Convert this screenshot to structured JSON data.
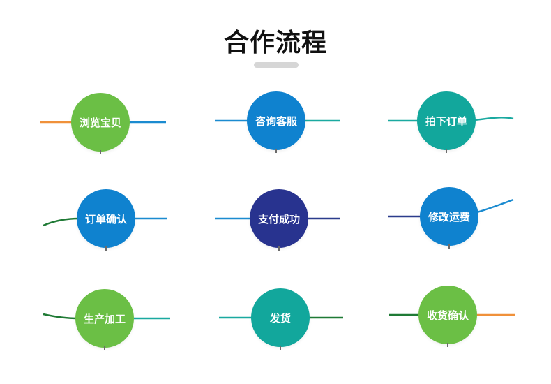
{
  "title": "合作流程",
  "steps": [
    {
      "label": "浏览宝贝",
      "color": "#6bbf45"
    },
    {
      "label": "咨询客服",
      "color": "#0f82cf"
    },
    {
      "label": "拍下订单",
      "color": "#12a79c"
    },
    {
      "label": "订单确认",
      "color": "#0f82cf"
    },
    {
      "label": "支付成功",
      "color": "#28338f"
    },
    {
      "label": "修改运费",
      "color": "#0f82cf"
    },
    {
      "label": "生产加工",
      "color": "#6bbf45"
    },
    {
      "label": "发货",
      "color": "#12a79c"
    },
    {
      "label": "收货确认",
      "color": "#6bbf45"
    }
  ],
  "line_colors": {
    "orange": "#f0913a",
    "blue": "#1b8bd0",
    "teal": "#1aa9a0",
    "navy": "#2b3c8c",
    "dark_green": "#1f7a35"
  }
}
